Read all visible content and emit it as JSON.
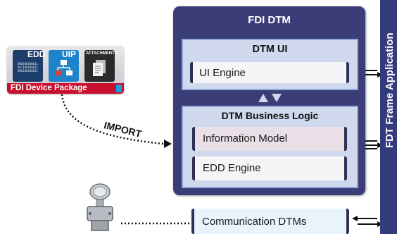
{
  "device_package": {
    "title": "FDI Device Package",
    "tiles": [
      "EDD",
      "UIP",
      "ATTACHMENTS"
    ],
    "binary": "000100100011\n001100100011\n000100100011"
  },
  "import_label": "IMPORT",
  "fdi_dtm": {
    "title": "FDI DTM",
    "dtm_ui": {
      "title": "DTM UI",
      "ui_engine": "UI Engine"
    },
    "business_logic": {
      "title": "DTM Business Logic",
      "information_model": "Information Model",
      "edd_engine": "EDD Engine"
    }
  },
  "communication_dtms": "Communication DTMs",
  "frame_application": "FDT Frame Application",
  "colors": {
    "dtm_background": "#3b3d78",
    "panel_background": "#cfd8ec",
    "package_bar": "#c8102e",
    "frame_bar": "#333b7d"
  }
}
